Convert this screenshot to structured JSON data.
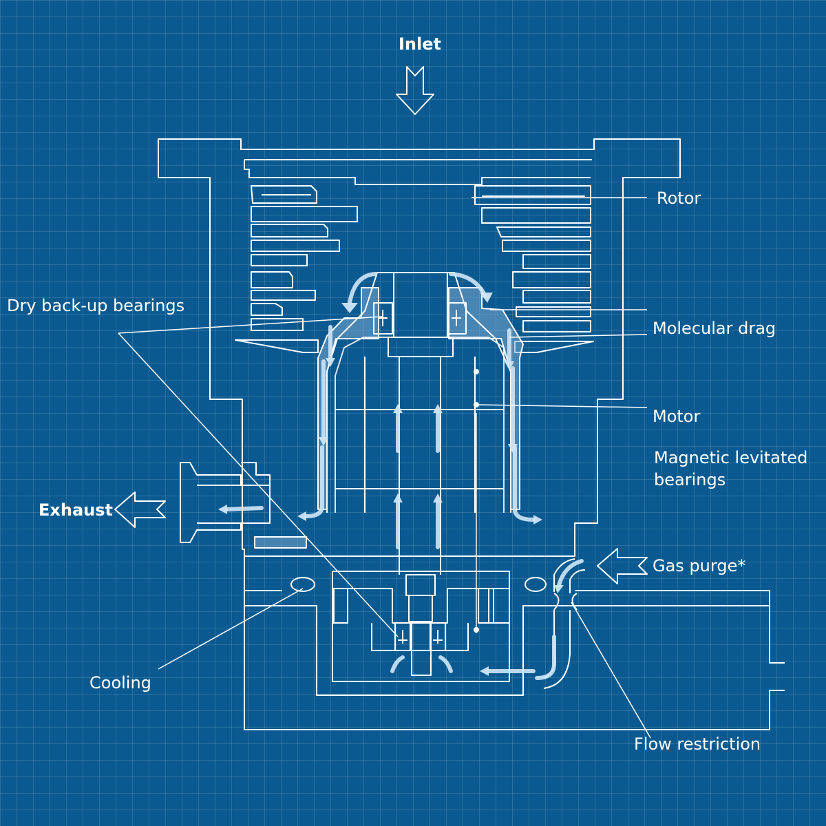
{
  "labels": {
    "inlet": "Inlet",
    "exhaust": "Exhaust",
    "rotor": "Rotor",
    "dry_backup_bearings": "Dry back-up bearings",
    "molecular_drag": "Molecular drag",
    "motor": "Motor",
    "magnetic_levitated_bearings": "Magnetic levitated bearings",
    "gas_purge": "Gas purge*",
    "cooling": "Cooling",
    "flow_restriction": "Flow restriction"
  },
  "colors": {
    "background": "#0a5a91",
    "line": "#ffffff",
    "flow_arrow": "#cfe6f7",
    "shaded_region": "#7ea9cf"
  }
}
